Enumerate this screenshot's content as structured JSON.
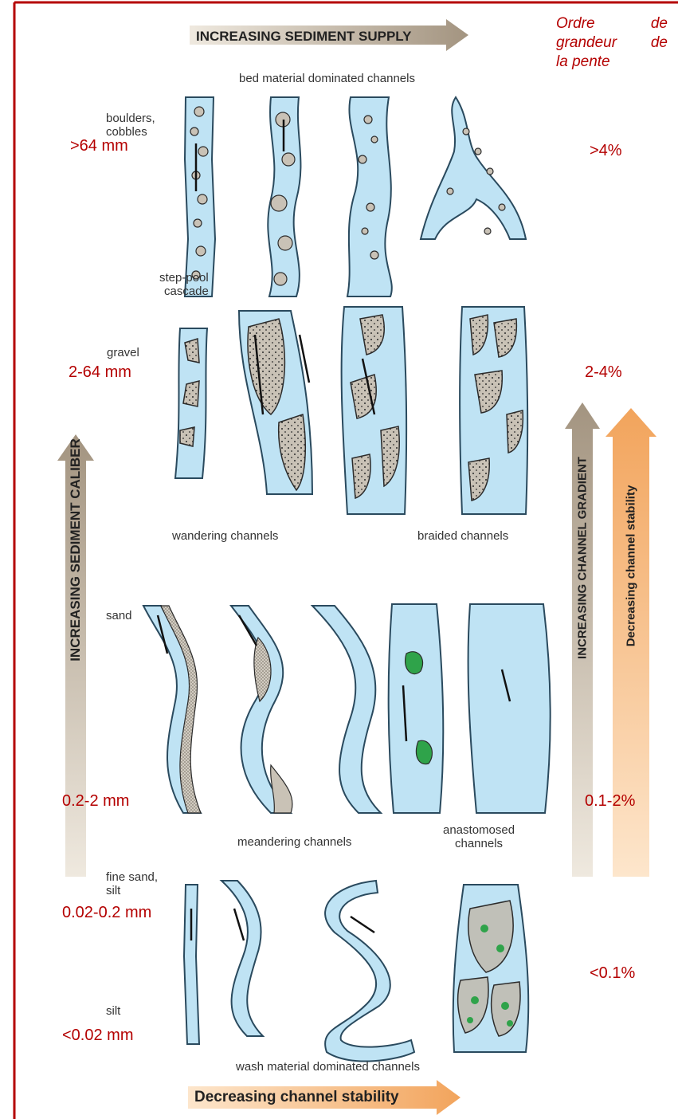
{
  "colors": {
    "border": "#b40000",
    "annotation": "#b40000",
    "water": "#bfe3f4",
    "water_edge": "#2a4a5e",
    "sediment": "#c9c2b6",
    "vegetation": "#2fa34a",
    "arrow_tan": "#a39480",
    "arrow_orange": "#f2a45c"
  },
  "top_arrow": "INCREASING SEDIMENT SUPPLY",
  "bottom_arrow": "Decreasing channel stability",
  "left_arrow": "INCREASING SEDIMENT CALIBER",
  "right_arrow_gradient": "INCREASING CHANNEL GRADIENT",
  "right_arrow_stability": "Decreasing channel stability",
  "slope_note": [
    "Ordre",
    "de",
    "grandeur",
    "de",
    "la pente"
  ],
  "labels": {
    "bed_material": "bed material dominated channels",
    "wash_material": "wash material dominated channels",
    "boulders": [
      "boulders,",
      "cobbles"
    ],
    "step_pool": [
      "step-pool",
      "cascade"
    ],
    "gravel": "gravel",
    "wandering": "wandering channels",
    "braided": "braided channels",
    "sand": "sand",
    "meandering": "meandering channels",
    "anastomosed": [
      "anastomosed",
      "channels"
    ],
    "fine_sand": [
      "fine sand,",
      "silt"
    ],
    "silt": "silt"
  },
  "grain_sizes": [
    ">64 mm",
    "2-64 mm",
    "0.2-2 mm",
    "0.02-0.2 mm",
    "<0.02 mm"
  ],
  "slopes": [
    ">4%",
    "2-4%",
    "0.1-2%",
    "<0.1%"
  ]
}
